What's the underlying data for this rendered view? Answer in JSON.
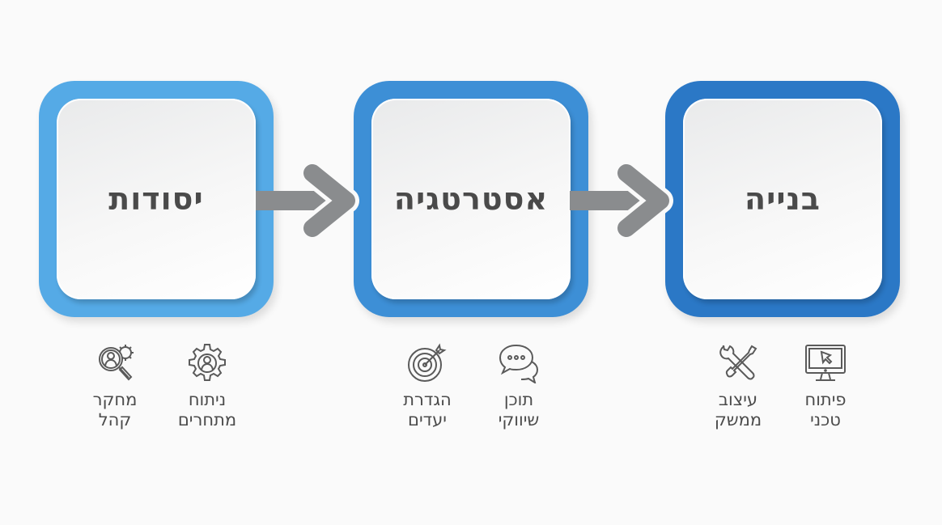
{
  "diagram": {
    "type": "process-flow",
    "direction": "left-to-right",
    "colors": {
      "background": "#fafafa",
      "frame_1": "#55aae6",
      "frame_2": "#3d8fd6",
      "frame_3": "#2b78c6",
      "card": "#f4f4f4",
      "arrow": "#8a8c8e",
      "text": "#4a4a4a",
      "icon_stroke": "#5a5a5a"
    },
    "steps": [
      {
        "title": "יסודות",
        "items": [
          {
            "icon": "audience-search-icon",
            "line1": "מחקר",
            "line2": "קהל"
          },
          {
            "icon": "gear-user-icon",
            "line1": "ניתוח",
            "line2": "מתחרים"
          }
        ]
      },
      {
        "title": "אסטרטגיה",
        "items": [
          {
            "icon": "target-icon",
            "line1": "הגדרת",
            "line2": "יעדים"
          },
          {
            "icon": "chat-bubbles-icon",
            "line1": "תוכן",
            "line2": "שיווקי"
          }
        ]
      },
      {
        "title": "בנייה",
        "items": [
          {
            "icon": "wrench-screwdriver-icon",
            "line1": "עיצוב",
            "line2": "ממשק"
          },
          {
            "icon": "monitor-cursor-icon",
            "line1": "פיתוח",
            "line2": "טכני"
          }
        ]
      }
    ]
  }
}
